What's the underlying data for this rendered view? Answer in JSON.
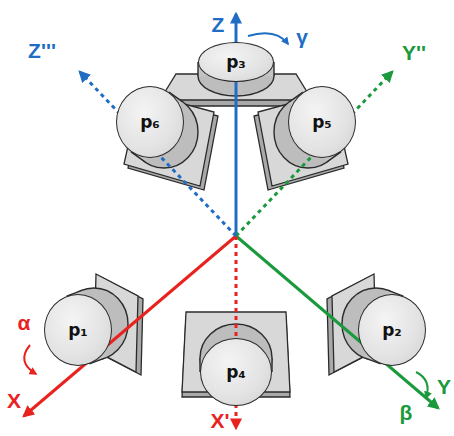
{
  "diagram": {
    "nodes": [
      {
        "text": [
          "p₃"
        ]
      },
      {
        "text": [
          "p₆"
        ]
      },
      {
        "text": [
          "p₅"
        ]
      },
      {
        "text": [
          "p₁"
        ]
      },
      {
        "text": [
          "p₂"
        ]
      },
      {
        "text": [
          "p₄"
        ]
      }
    ],
    "labels": [
      "Z",
      "γ",
      "Z'''",
      "Y''",
      "X",
      "α",
      "X'",
      "Y",
      "β"
    ]
  }
}
